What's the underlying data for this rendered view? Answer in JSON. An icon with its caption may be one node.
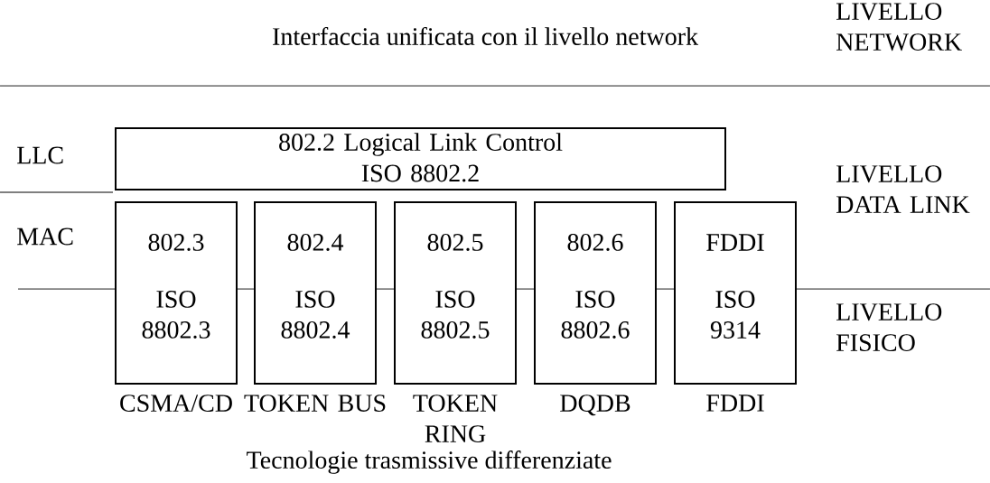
{
  "diagram": {
    "nodes": [
      {
        "text": [
          "802.2 Logical Link Control",
          "ISO 8802.2"
        ]
      },
      {
        "text": [
          "802.3",
          "ISO 8802.3"
        ],
        "beside": [
          "CSMA/CD"
        ]
      },
      {
        "text": [
          "802.4",
          "ISO 8802.4"
        ],
        "beside": [
          "TOKEN BUS"
        ]
      },
      {
        "text": [
          "802.5",
          "ISO 8802.5"
        ],
        "beside": [
          "TOKEN RING"
        ]
      },
      {
        "text": [
          "802.6",
          "ISO 8802.6"
        ],
        "beside": [
          "DQDB"
        ]
      },
      {
        "text": [
          "FDDI",
          "ISO 9314"
        ],
        "beside": [
          "FDDI"
        ]
      }
    ],
    "labels": [
      "Interfaccia unificata con il livello network",
      "LIVELLO NETWORK",
      "LLC",
      "LIVELLO DATA LINK",
      "MAC",
      "LIVELLO FISICO",
      "Tecnologie trasmissive differenziate"
    ]
  }
}
